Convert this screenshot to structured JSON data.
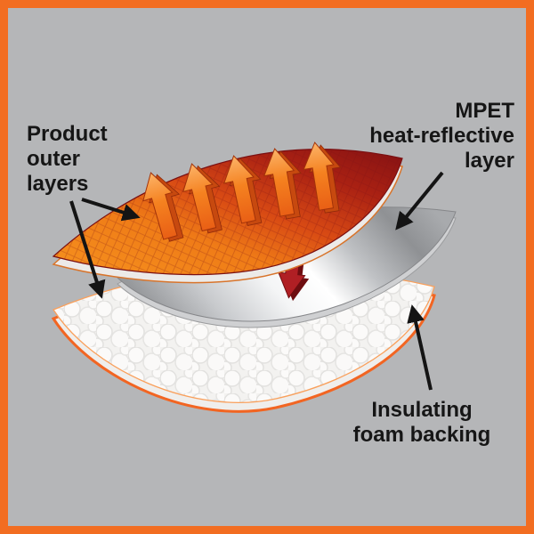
{
  "labels": {
    "product_outer_layers": [
      "Product",
      "outer",
      "layers"
    ],
    "mpet_layer": [
      "MPET",
      "heat-reflective",
      "layer"
    ],
    "insulating_foam": [
      "Insulating",
      "foam backing"
    ]
  },
  "colors": {
    "background": "#b5b6b8",
    "frame_orange": "#f26d21",
    "label_text": "#161616",
    "outer_layer_orange": "#f6921e",
    "outer_layer_dark_red": "#841113",
    "mpet_silver_light": "#ffffff",
    "mpet_silver_dark": "#8f9194",
    "foam_white": "#f3f2f0",
    "foam_rim_orange": "#f26522",
    "heat_arrow_orange": "#f58220",
    "reflected_arrow_red": "#b01f24",
    "callout_black": "#141414"
  },
  "icons": {
    "heat_up_arrow": "orange-3d-arrow-up",
    "reflected_heat_arrow": "red-3d-arrow-down",
    "callout_arrow": "black-pointer-arrow"
  }
}
